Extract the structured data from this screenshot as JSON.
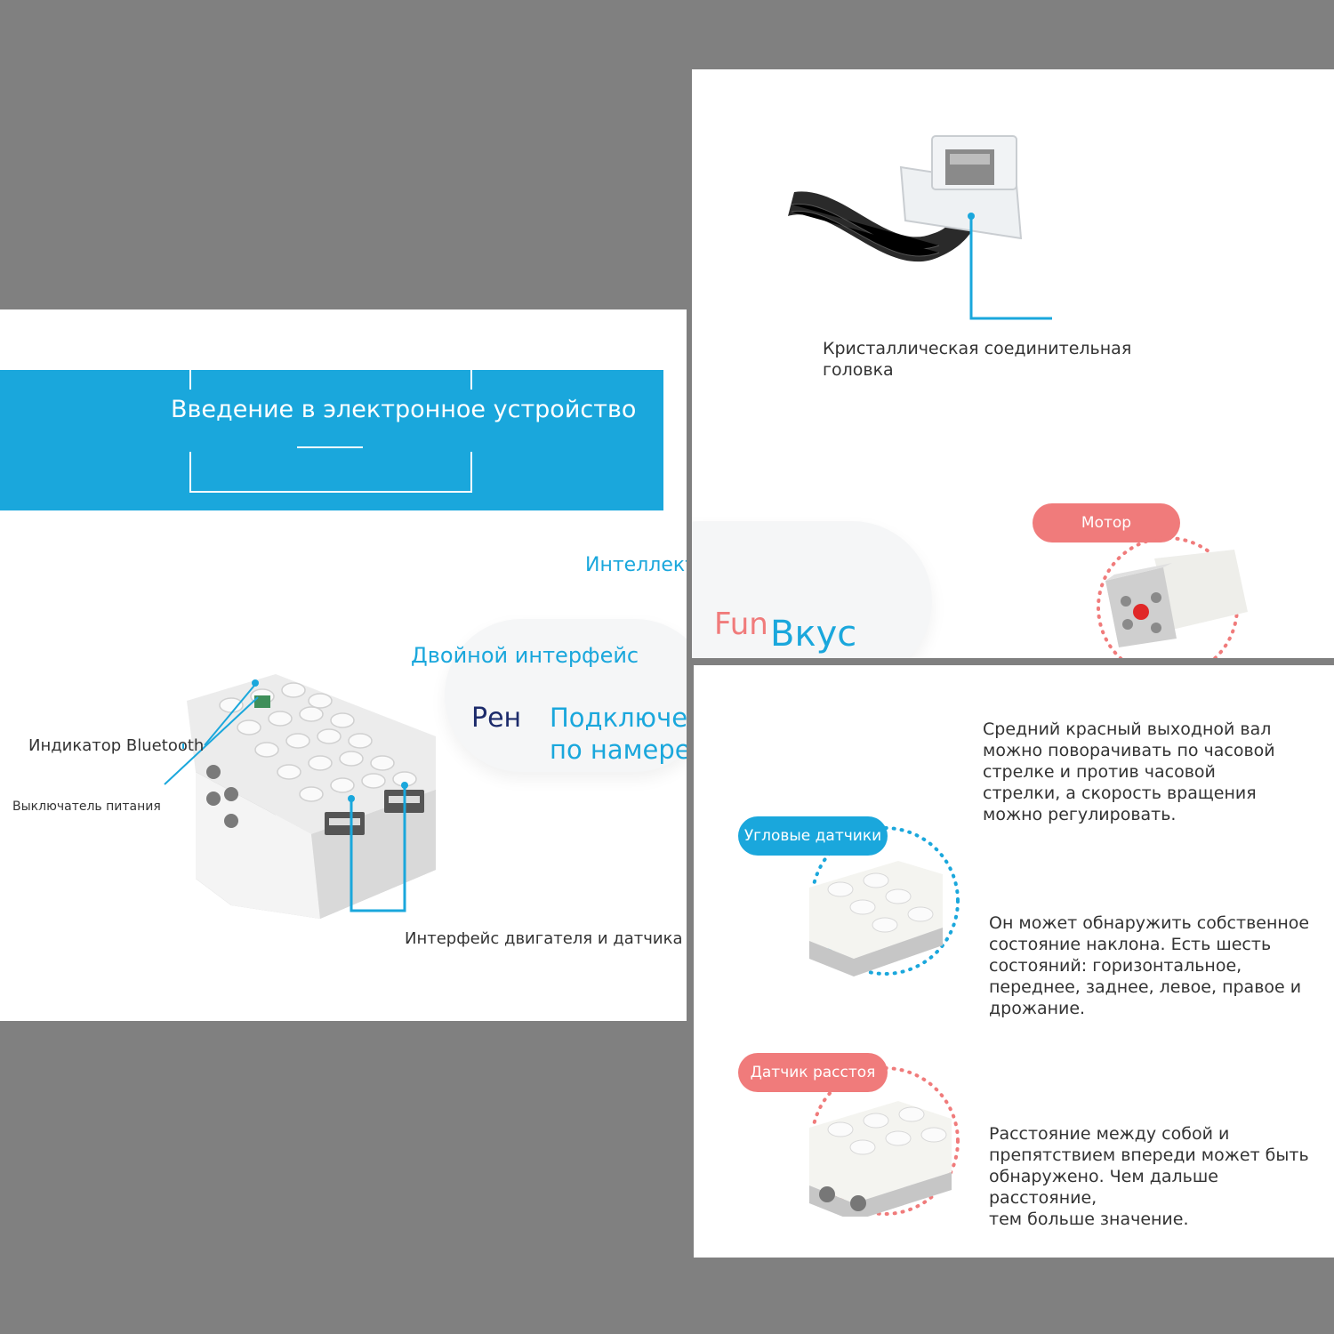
{
  "colors": {
    "background": "#808080",
    "accent_blue": "#1aa7dc",
    "coral": "#f07b7b",
    "text": "#333333",
    "navy": "#1c2b6b"
  },
  "left_panel": {
    "banner_title": "Введение в электронное устройство",
    "feature_1": "Интеллектуальное зондирования",
    "brand_fun": "Fun",
    "brand_vkus": "Вкус",
    "feature_2": "Двойной интерфейс",
    "feature_3_prefix": "Рен",
    "feature_3_line1": "Подключение",
    "feature_3_line2": "по намерению",
    "label_bluetooth": "Индикатор Bluetooth",
    "label_power": "Выключатель питания",
    "label_ports": "Интерфейс двигателя и датчика"
  },
  "top_right_panel": {
    "cable_label_line1": "Кристаллическая соединительная",
    "cable_label_line2": "головка",
    "motor_badge": "Мотор"
  },
  "bottom_right_panel": {
    "motor_desc": [
      "Средний красный выходной вал",
      "можно поворачивать по часовой",
      "стрелке и против часовой",
      "стрелки, а скорость вращения",
      "можно регулировать."
    ],
    "tilt_badge": "Угловые датчики",
    "tilt_desc": [
      "Он может обнаружить собственное",
      "состояние наклона. Есть шесть",
      "состояний: горизонтальное,",
      "переднее, заднее, левое, правое и",
      "дрожание."
    ],
    "distance_badge": "Датчик расстоя",
    "distance_desc": [
      "Расстояние между собой и",
      "препятствием впереди может быть",
      "обнаружено. Чем дальше расстояние,",
      "тем больше значение."
    ]
  }
}
